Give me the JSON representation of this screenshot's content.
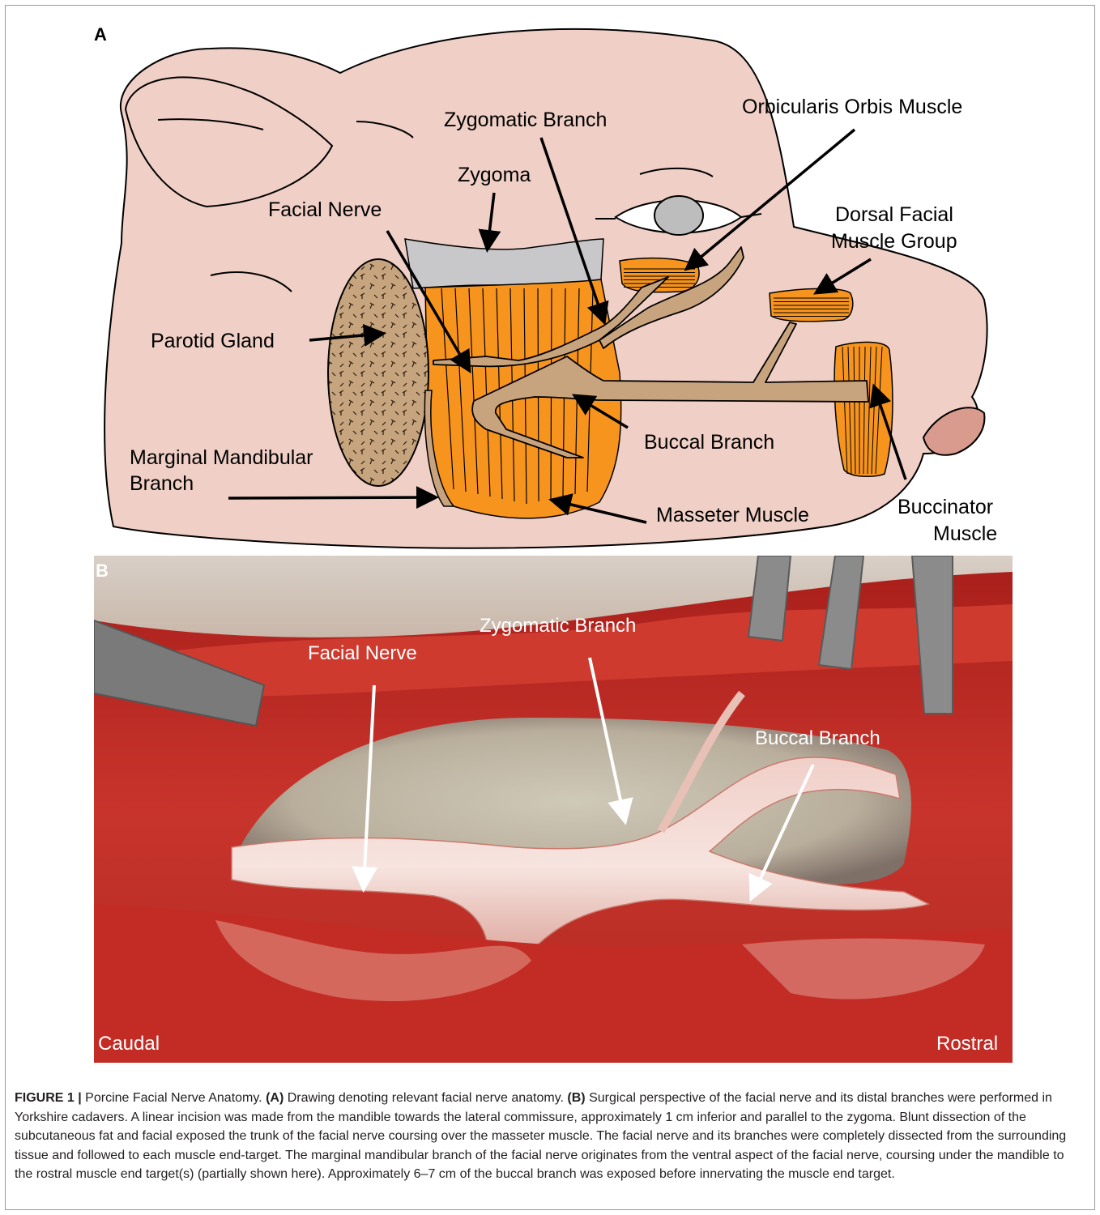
{
  "panel_a": {
    "letter": "A",
    "labels": {
      "zygomatic_branch": "Zygomatic Branch",
      "orbicularis": "Orbicularis Orbis Muscle",
      "zygoma": "Zygoma",
      "facial_nerve": "Facial Nerve",
      "dorsal_facial_1": "Dorsal Facial",
      "dorsal_facial_2": "Muscle Group",
      "parotid": "Parotid Gland",
      "marginal_1": "Marginal Mandibular",
      "marginal_2": "Branch",
      "buccal": "Buccal Branch",
      "masseter": "Masseter Muscle",
      "buccinator_1": "Buccinator",
      "buccinator_2": "Muscle"
    },
    "colors": {
      "skin": "#f0d0c6",
      "muscle": "#f7941d",
      "nerve": "#c8a47e",
      "parotid": "#c6a47e",
      "zygoma": "#c8c8ca",
      "snout": "#d99b8d"
    }
  },
  "panel_b": {
    "letter": "B",
    "labels": {
      "zygomatic_branch": "Zygomatic Branch",
      "facial_nerve": "Facial Nerve",
      "buccal": "Buccal Branch",
      "caudal": "Caudal",
      "rostral": "Rostral"
    }
  },
  "caption": {
    "label": "FIGURE 1 |",
    "title": " Porcine Facial Nerve Anatomy. ",
    "a_tag": "(A)",
    "a_text": " Drawing denoting relevant facial nerve anatomy. ",
    "b_tag": "(B)",
    "b_text": " Surgical perspective of the facial nerve and its distal branches were performed in Yorkshire cadavers. A linear incision was made from the mandible towards the lateral commissure, approximately 1 cm inferior and parallel to the zygoma. Blunt dissection of the subcutaneous fat and facial exposed the trunk of the facial nerve coursing over the masseter muscle. The facial nerve and its branches were completely dissected from the surrounding tissue and followed to each muscle end-target. The marginal mandibular branch of the facial nerve originates from the ventral aspect of the facial nerve, coursing under the mandible to the rostral muscle end target(s) (partially shown here). Approximately 6–7 cm of the buccal branch was exposed before innervating the muscle end target."
  }
}
